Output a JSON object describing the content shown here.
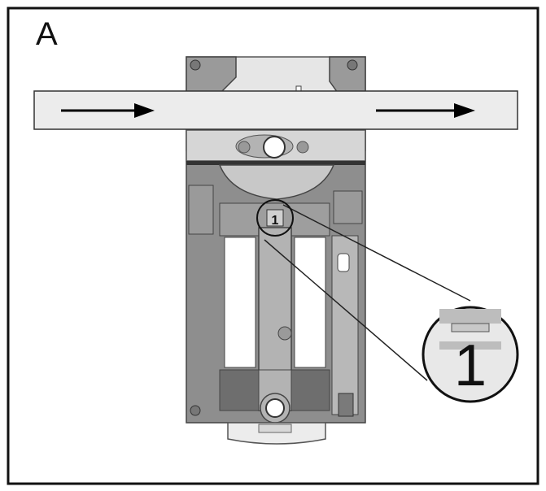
{
  "figure": {
    "panel_label": "A",
    "callout_number": "1",
    "zoom_number": "1",
    "conveyor": {
      "direction": "left-to-right",
      "arrow_count": 2
    },
    "colors": {
      "frame": "#111111",
      "strip": "#ececec",
      "body_dark": "#8e8e8e",
      "body_mid": "#b3b3b3",
      "body_light": "#d6d6d6",
      "slot": "#ffffff",
      "arrow": "#000000"
    }
  }
}
